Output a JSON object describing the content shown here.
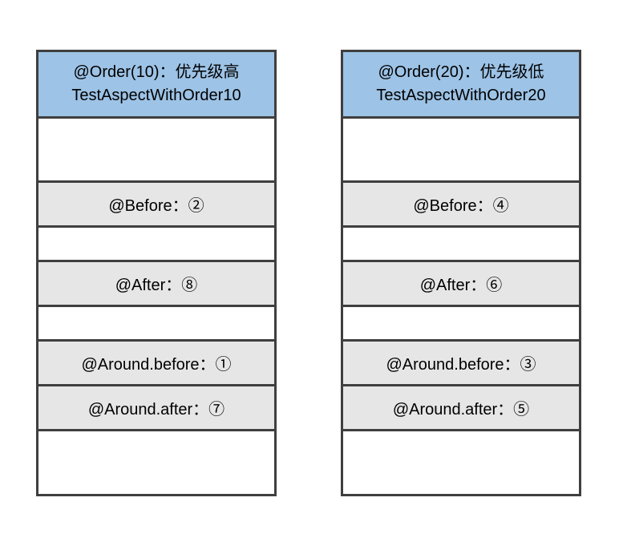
{
  "diagram": {
    "title": "Spring AOP aspect ordering diagram",
    "colors": {
      "header_fill": "#9dc3e6",
      "label_fill": "#e7e6e6",
      "border": "#3f3f3f",
      "background": "#ffffff"
    },
    "columns": [
      {
        "header": {
          "line1": "@Order(10)：优先级高",
          "line2": "TestAspectWithOrder10"
        },
        "rows": [
          {
            "kind": "blank-tall",
            "text": ""
          },
          {
            "kind": "label",
            "text": "@Before：②"
          },
          {
            "kind": "blank",
            "text": ""
          },
          {
            "kind": "label",
            "text": "@After：⑧"
          },
          {
            "kind": "blank",
            "text": ""
          },
          {
            "kind": "label",
            "text": "@Around.before：①"
          },
          {
            "kind": "label",
            "text": "@Around.after：⑦"
          },
          {
            "kind": "blank-bottom",
            "text": ""
          }
        ]
      },
      {
        "header": {
          "line1": "@Order(20)：优先级低",
          "line2": "TestAspectWithOrder20"
        },
        "rows": [
          {
            "kind": "blank-tall",
            "text": ""
          },
          {
            "kind": "label",
            "text": "@Before：④"
          },
          {
            "kind": "blank",
            "text": ""
          },
          {
            "kind": "label",
            "text": "@After：⑥"
          },
          {
            "kind": "blank",
            "text": ""
          },
          {
            "kind": "label",
            "text": "@Around.before：③"
          },
          {
            "kind": "label",
            "text": "@Around.after：⑤"
          },
          {
            "kind": "blank-bottom",
            "text": ""
          }
        ]
      }
    ]
  }
}
